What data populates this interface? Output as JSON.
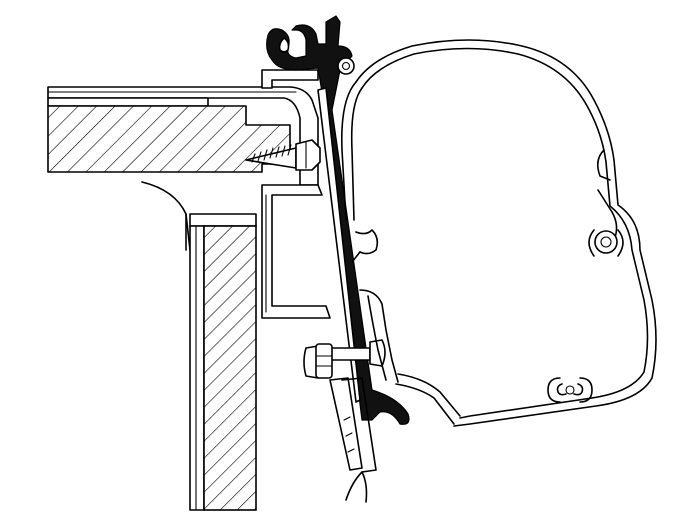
{
  "figure": {
    "kind": "technical cross-section line drawing",
    "colors": {
      "line": "#000000",
      "background": "#ffffff",
      "adapter_fill": "#111111"
    },
    "parts": [
      "roof-panel",
      "wall-post",
      "adapter-bracket",
      "wood-screw",
      "bolt-and-nut",
      "awning-housing",
      "mounting-rail"
    ]
  }
}
